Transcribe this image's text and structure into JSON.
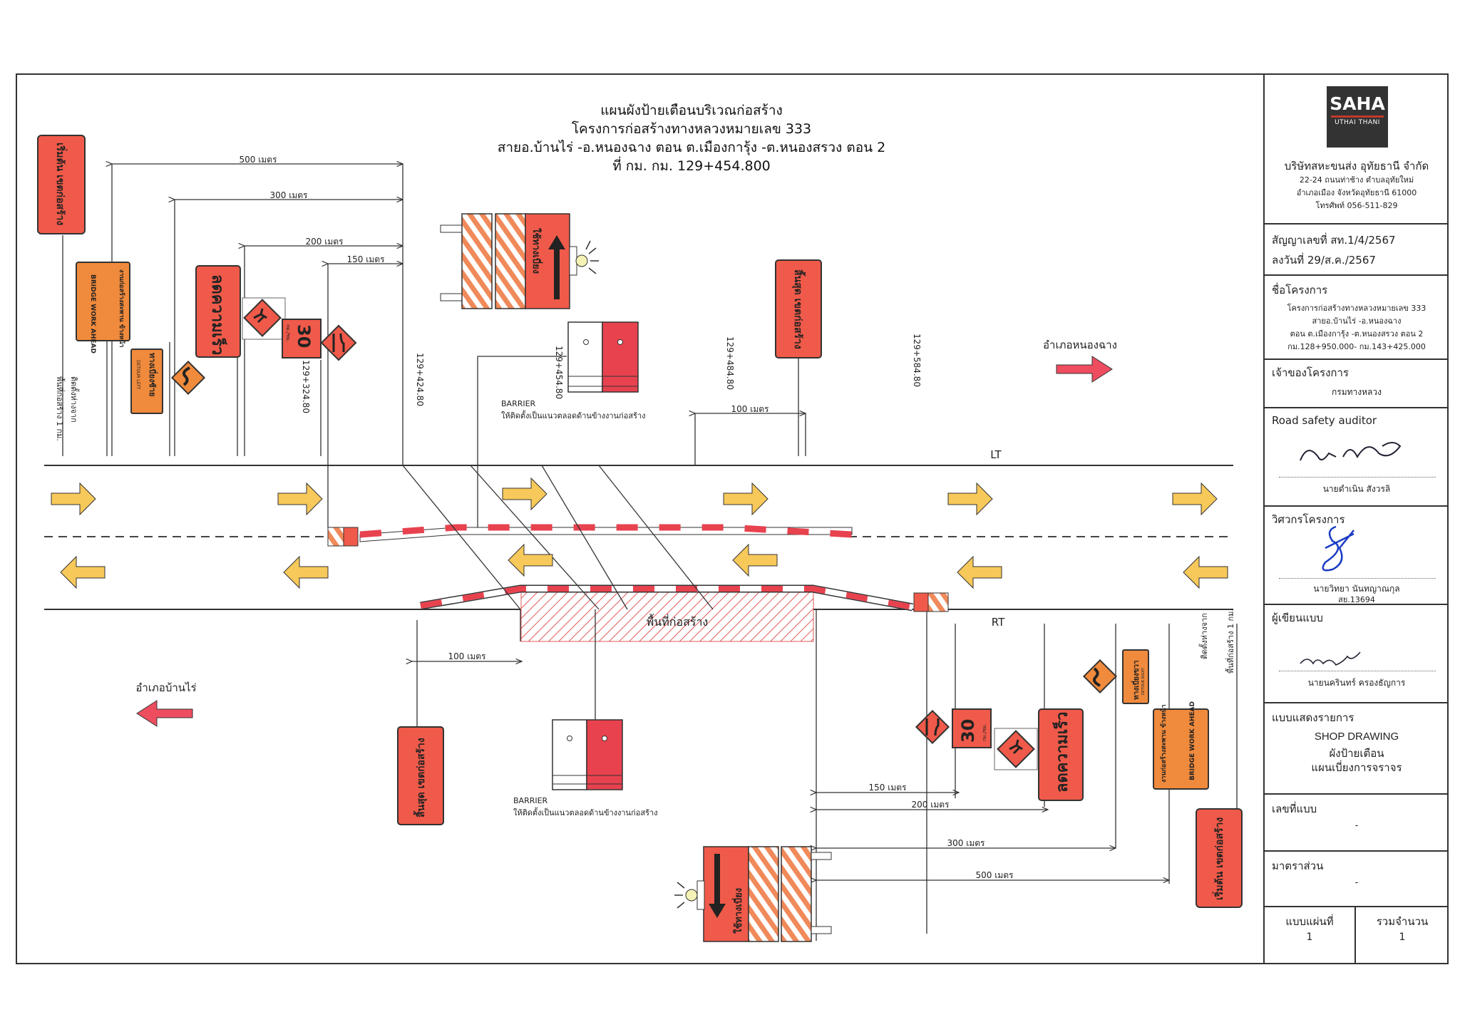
{
  "title": {
    "line1": "แผนผังป้ายเตือนบริเวณก่อสร้าง",
    "line2": "โครงการก่อสร้างทางหลวงหมายเลข 333",
    "line3": "สายอ.บ้านไร่ -อ.หนองฉาง ตอน ต.เมืองการุ้ง -ต.หนองสรวง ตอน 2",
    "line4": "ที่ กม. กม. 129+454.800"
  },
  "colors": {
    "sign_red": "#f05a4a",
    "sign_orange": "#f08a3c",
    "arrow_yellow": "#f7c85a",
    "direction_red": "#ee4d60",
    "barrier_red": "#e8424f",
    "hatch_red": "#e05a5a",
    "line": "#333333"
  },
  "diagram": {
    "lane_labels": {
      "left_side": "LT",
      "right_side": "RT"
    },
    "construction_area_label": "พื้นที่ก่อสร้าง",
    "direction_right": "อำเภอหนองฉาง",
    "direction_left": "อำเภอบ้านไร่",
    "stations": [
      "129+324.80",
      "129+424.80",
      "129+454.80",
      "129+484.80",
      "129+584.80"
    ],
    "barrier_label": "BARRIER",
    "barrier_note": "ให้ติดตั้งเป็นแนวตลอดด้านข้างงานก่อสร้าง",
    "install_note_line1": "ติดตั้งห่างจาก",
    "install_note_line2": "พื้นที่ก่อสร้าง 1 กม.",
    "dimensions_top": [
      "500 เมตร",
      "300 เมตร",
      "200 เมตร",
      "150 เมตร",
      "100 เมตร"
    ],
    "dimensions_bottom": [
      "100 เมตร",
      "150 เมตร",
      "200 เมตร",
      "300 เมตร",
      "500 เมตร"
    ],
    "signs": {
      "start_zone": "เริ่มต้น เขตก่อสร้าง",
      "end_zone": "สิ้นสุด เขตก่อสร้าง",
      "bridge_work_th": "งานก่อสร้างสะพาน ข้างหน้า",
      "bridge_work_en": "BRIDGE WORK AHEAD",
      "detour_left_th": "ทางเบี่ยงซ้าย",
      "detour_left_en": "DETOUR LEFT",
      "detour_right_th": "ทางเบี่ยงขวา",
      "detour_right_en": "DETOUR RIGHT",
      "slow_down": "ลดความเร็ว",
      "speed_limit": "30",
      "speed_unit": "กม./ชม.",
      "use_detour": "ใช้ทางเบี่ยง"
    }
  },
  "title_block": {
    "logo_main": "SAHA",
    "logo_sub": "UTHAI THANI",
    "company": "บริษัทสหะขนส่ง อุทัยธานี จำกัด",
    "address1": "22-24 ถนนท่าช้าง ตำบลอุทัยใหม่",
    "address2": "อำเภอเมือง จังหวัดอุทัยธานี 61000",
    "phone": "โทรศัพท์ 056-511-829",
    "contract_no": "สัญญาเลขที่ สท.1/4/2567",
    "contract_date": "ลงวันที่ 29/ส.ค./2567",
    "project_label": "ชื่อโครงการ",
    "project_l1": "โครงการก่อสร้างทางหลวงหมายเลข 333",
    "project_l2": "สายอ.บ้านไร่ -อ.หนองฉาง",
    "project_l3": "ตอน ต.เมืองการุ้ง -ต.หนองสรวง ตอน 2",
    "project_l4": "กม.128+950.000- กม.143+425.000",
    "owner_label": "เจ้าของโครงการ",
    "owner": "กรมทางหลวง",
    "auditor_label": "Road safety auditor",
    "auditor_name": "นายดำเนิน สังวรลิ",
    "engineer_label": "วิศวกรโครงการ",
    "engineer_name": "นายวิทยา นันทญาณกุล",
    "engineer_license": "สย.13694",
    "drafter_label": "ผู้เขียนแบบ",
    "drafter_name": "นายนครินทร์ ครองธัญการ",
    "drawing_type_label": "แบบแสดงรายการ",
    "drawing_type_l1": "SHOP DRAWING",
    "drawing_type_l2": "ผังป้ายเตือน",
    "drawing_type_l3": "แผนเบี่ยงการจราจร",
    "drawing_no_label": "เลขที่แบบ",
    "drawing_no": "-",
    "scale_label": "มาตราส่วน",
    "scale": "-",
    "sheet_label": "แบบแผ่นที่",
    "sheet": "1",
    "total_label": "รวมจำนวน",
    "total": "1"
  }
}
